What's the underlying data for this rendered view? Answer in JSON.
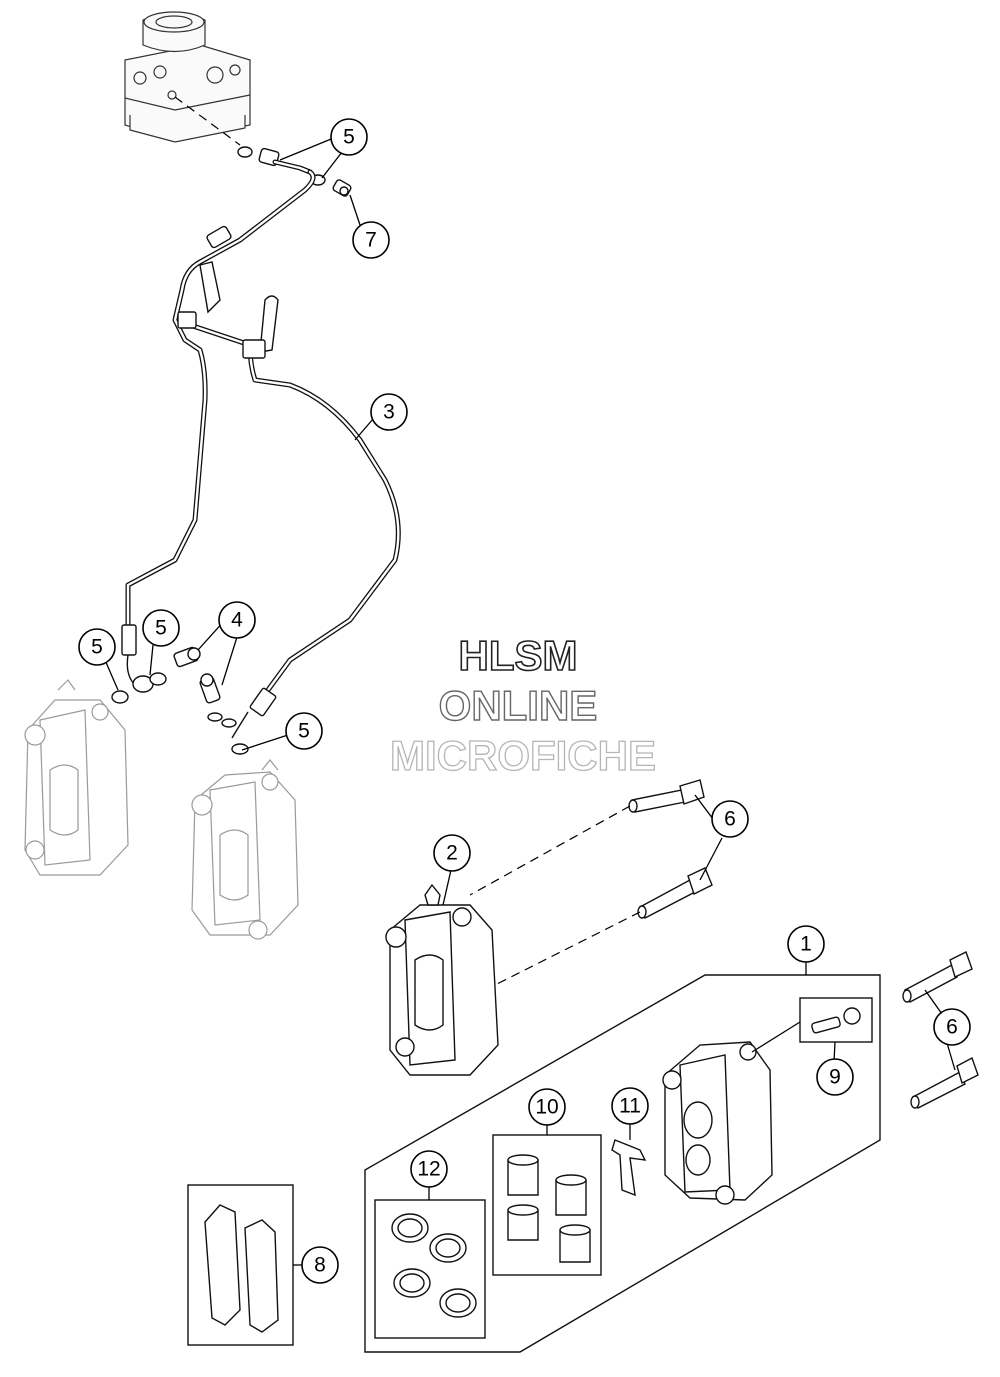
{
  "watermark": {
    "line1": "HLSM",
    "line2": "ONLINE",
    "line3": "MICROFICHE"
  },
  "callouts": {
    "c1": "1",
    "c2": "2",
    "c3": "3",
    "c4": "4",
    "c5": "5",
    "c6": "6",
    "c7": "7",
    "c8": "8",
    "c9": "9",
    "c10": "10",
    "c11": "11",
    "c12": "12"
  }
}
